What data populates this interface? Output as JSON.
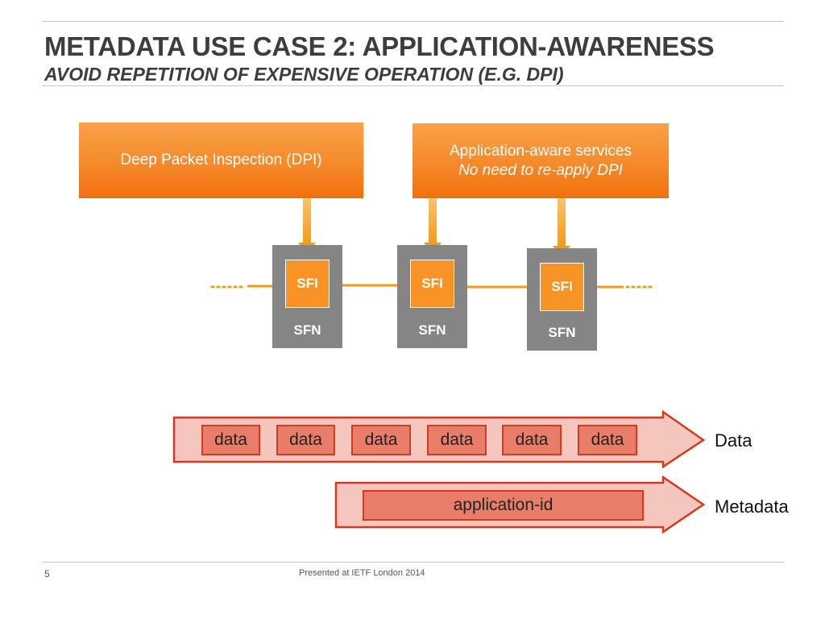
{
  "header": {
    "title": "METADATA USE CASE 2: APPLICATION-AWARENESS",
    "subtitle": "AVOID REPETITION OF EXPENSIVE OPERATION (E.G. DPI)"
  },
  "services": {
    "dpi": {
      "label": "Deep Packet Inspection (DPI)"
    },
    "app_aware": {
      "line1": "Application-aware services",
      "line2": "No need to re-apply DPI"
    }
  },
  "nodes": [
    {
      "sfi": "SFI",
      "sfn": "SFN"
    },
    {
      "sfi": "SFI",
      "sfn": "SFN"
    },
    {
      "sfi": "SFI",
      "sfn": "SFN"
    }
  ],
  "data_flow": {
    "packets": [
      "data",
      "data",
      "data",
      "data",
      "data",
      "data"
    ],
    "label": "Data"
  },
  "metadata_flow": {
    "field": "application-id",
    "label": "Metadata"
  },
  "footer": {
    "page_number": "5",
    "note": "Presented at IETF London 2014"
  },
  "colors": {
    "orange": "#f58a2a",
    "sfn_gray": "#858585",
    "packet_fill": "#e87e6a",
    "packet_border": "#d33a20",
    "flow_fill": "#f5c6be"
  }
}
